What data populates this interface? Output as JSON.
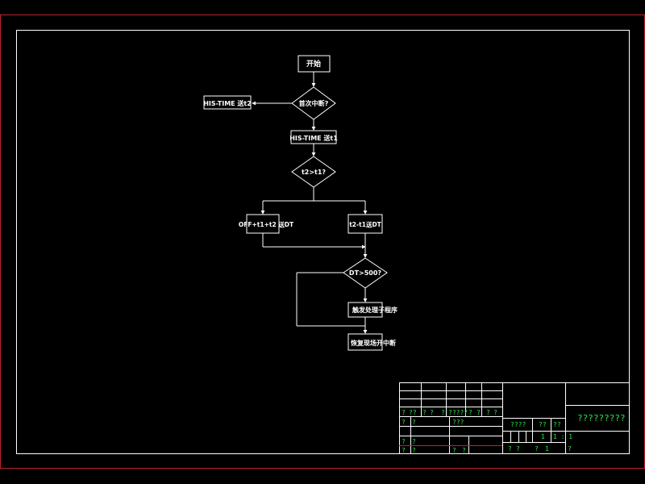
{
  "colors": {
    "background": "#000000",
    "frame_outer": "#c0202a",
    "frame_inner": "#ffffff",
    "flow": "#ffffff",
    "title_text": "#2fe04a"
  },
  "flowchart": {
    "start": "开始",
    "first_interrupt_question": "首次中断?",
    "his_time_t2": "HIS-TIME 送t2",
    "his_time_t1": "HIS-TIME 送t1",
    "t2_gt_t1_question": "t2>t1?",
    "branch_left": "OFF+t1+t2 送DT",
    "branch_right": "t2-t1送DT",
    "dt_question": "DT>500?",
    "subroutine": "触发处理子程序",
    "restore": "恢复现场开中断"
  },
  "title_block": {
    "row5": [
      "?",
      "??",
      "?",
      "?",
      "?",
      "?????",
      "?",
      "?",
      "?",
      "?"
    ],
    "row6_left": [
      "?",
      "?"
    ],
    "row6_mid": "???",
    "scale_label": "????",
    "weight_label": "??",
    "sheet_label": "??",
    "scale_value_a": "1",
    "scale_value_b": "1 : 1",
    "bottom_left": [
      "?",
      "?"
    ],
    "bottom_mid": [
      "?",
      "?"
    ],
    "bottom_row2": [
      "?",
      "?",
      "?",
      "?",
      "?",
      "1"
    ],
    "last_mark": "?",
    "drawing_title": "?????????"
  }
}
